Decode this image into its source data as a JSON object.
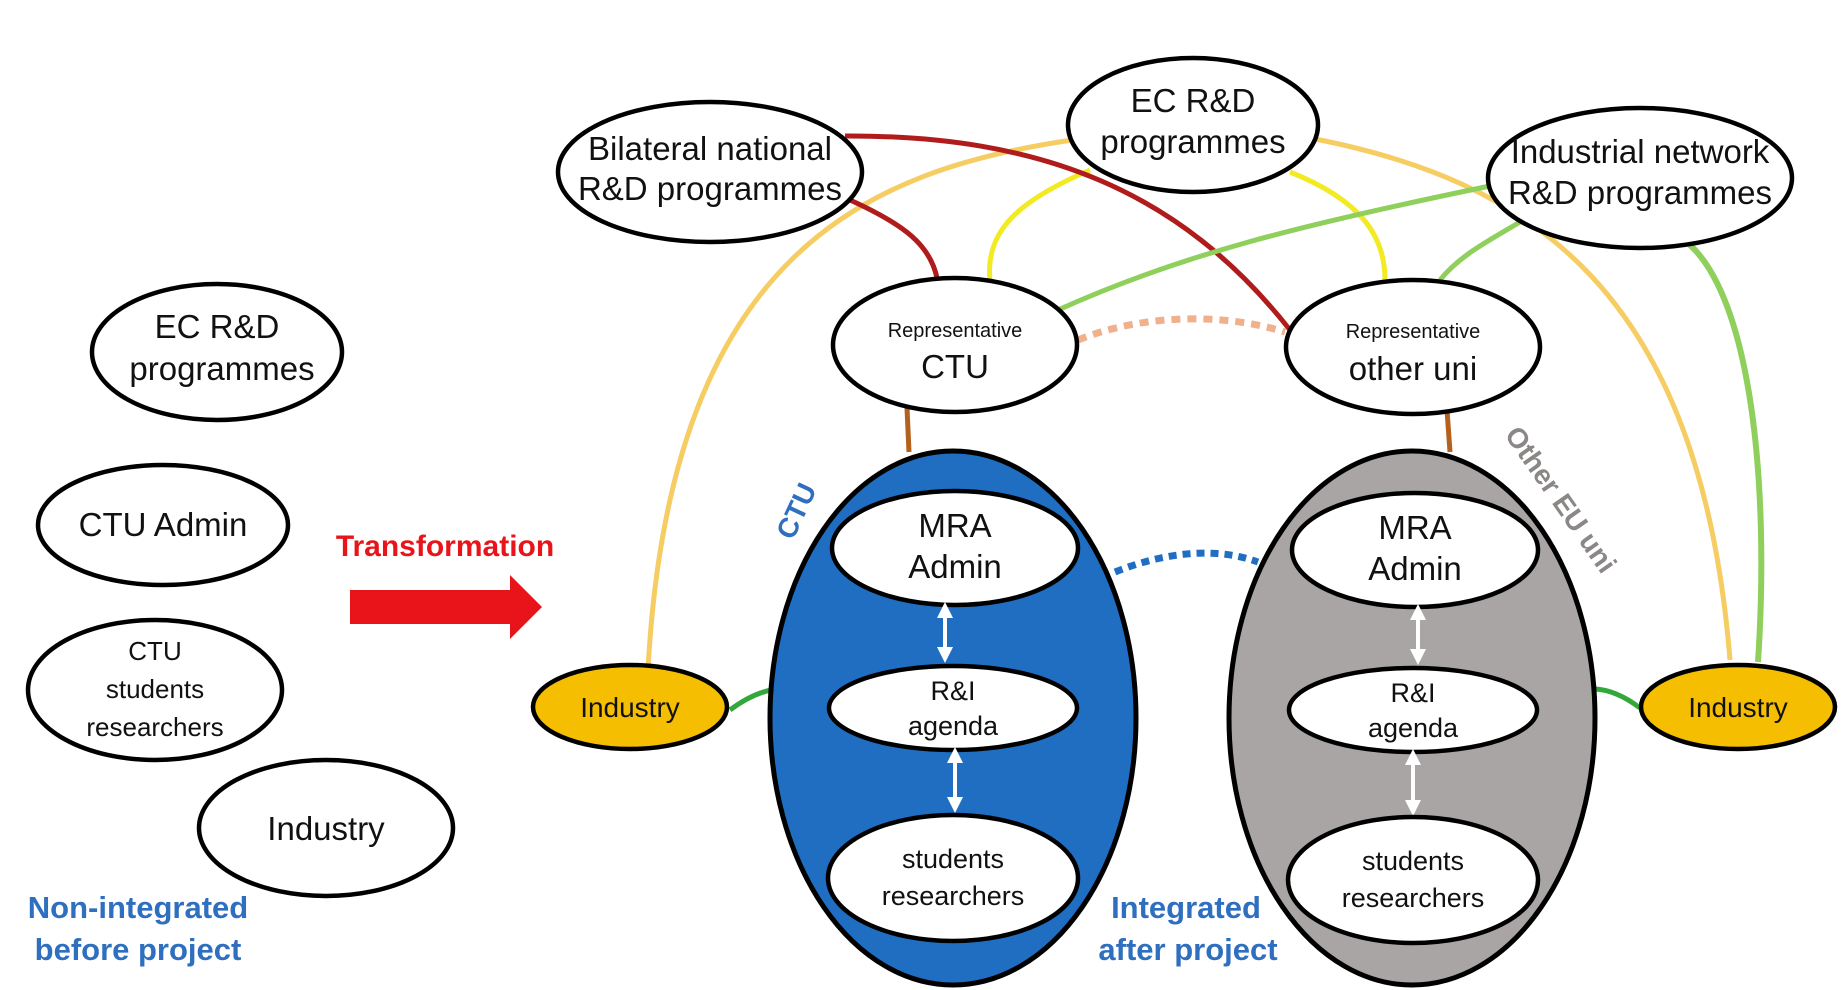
{
  "before": {
    "nodes": {
      "ec": [
        "EC R&D",
        "programmes"
      ],
      "ctu_admin": [
        "CTU Admin"
      ],
      "ctu_students": [
        "CTU",
        "students",
        "researchers"
      ],
      "industry": [
        "Industry"
      ]
    },
    "caption": [
      "Non-integrated",
      "before project"
    ]
  },
  "transformation_label": "Transformation",
  "after": {
    "top": {
      "bilateral": [
        "Bilateral national",
        "R&D programmes"
      ],
      "ec": [
        "EC R&D",
        "programmes"
      ],
      "industrial": [
        "Industrial network",
        "R&D programmes"
      ]
    },
    "rep_ctu": {
      "small": "Representative",
      "big": "CTU"
    },
    "rep_other": {
      "small": "Representative",
      "big": "other uni"
    },
    "ctu_label": "CTU",
    "other_label": "Other EU uni",
    "ctu": {
      "admin": [
        "MRA",
        "Admin"
      ],
      "agenda": [
        "R&I",
        "agenda"
      ],
      "students": [
        "students",
        "researchers"
      ]
    },
    "other": {
      "admin": [
        "MRA",
        "Admin"
      ],
      "agenda": [
        "R&I",
        "agenda"
      ],
      "students": [
        "students",
        "researchers"
      ]
    },
    "industry_left": "Industry",
    "industry_right": "Industry",
    "caption": [
      "Integrated",
      "after project"
    ]
  },
  "colors": {
    "ctu_blue": "#1f6ec2",
    "other_gray": "#a8a5a4",
    "industry_yellow": "#f5be00",
    "link_red": "#b01c1c",
    "link_yellow": "#f2ea22",
    "link_orange": "#f5cd62",
    "link_lightgreen": "#8fcf5c",
    "link_green": "#33a83a",
    "link_brown": "#b5611e",
    "caption_blue": "#2f6fbf",
    "arrow_red": "#e8141a"
  }
}
